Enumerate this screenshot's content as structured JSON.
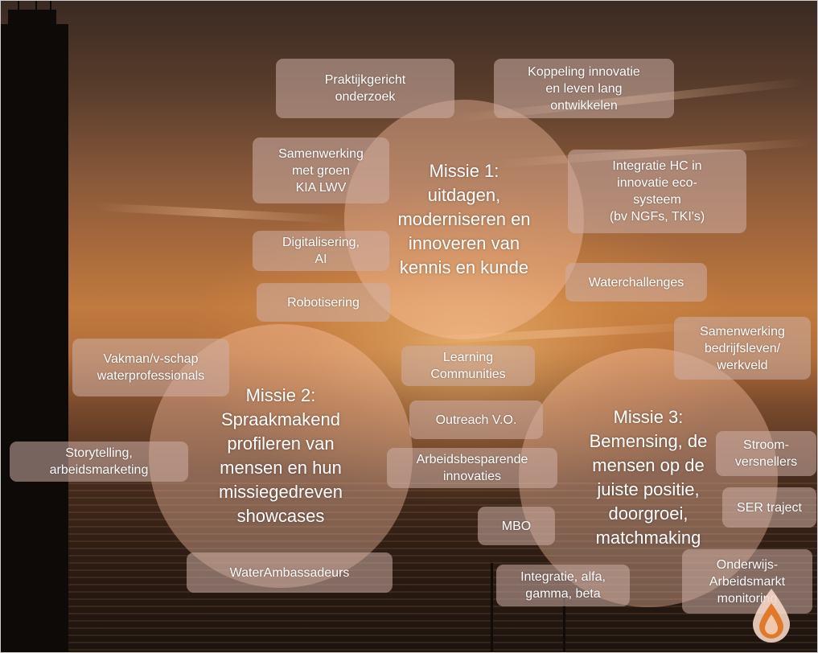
{
  "missions": [
    {
      "text": "Missie 1:\nuitdagen,\nmoderniseren en\ninnoveren van\nkennis en kunde"
    },
    {
      "text": "Missie 2:\nSpraakmakend\nprofileren van\nmensen en hun\nmissiegedreven\nshowcases"
    },
    {
      "text": "Missie 3:\nBemensing, de\nmensen op de\njuiste positie,\ndoorgroei,\nmatchmaking"
    }
  ],
  "boxes": {
    "praktijk": "Praktijkgericht\nonderzoek",
    "koppeling": "Koppeling innovatie\nen leven lang\nontwikkelen",
    "samenwerking_groen": "Samenwerking\nmet groen\nKIA LWV",
    "integratie_hc": "Integratie HC in\ninnovatie eco-\nsysteem\n(bv NGFs, TKI's)",
    "digitalisering": "Digitalisering,\nAI",
    "waterchallenges": "Waterchallenges",
    "robotisering": "Robotisering",
    "samenwerking_bedrijf": "Samenwerking\nbedrijfsleven/\nwerkveld",
    "vakman": "Vakman/v-schap\nwaterprofessionals",
    "learning": "Learning\nCommunities",
    "outreach": "Outreach V.O.",
    "storytelling": "Storytelling,\narbeidsmarketing",
    "arbeidsbesparende": "Arbeidsbesparende\ninnovaties",
    "stroom": "Stroom-\nversnellers",
    "ser": "SER traject",
    "mbo": "MBO",
    "onderwijs": "Onderwijs-\nArbeidsmarkt\nmonitoring",
    "integratie_alfa": "Integratie, alfa,\ngamma, beta",
    "waterambassadeurs": "WaterAmbassadeurs"
  },
  "colors": {
    "circle_fill": "#ffc8aa",
    "box_fill": "#cdafa5",
    "text": "#ffffff",
    "drop_outer": "#f3d6c6",
    "drop_inner": "#e07a2a"
  },
  "icons": [
    "water-drop-logo"
  ]
}
